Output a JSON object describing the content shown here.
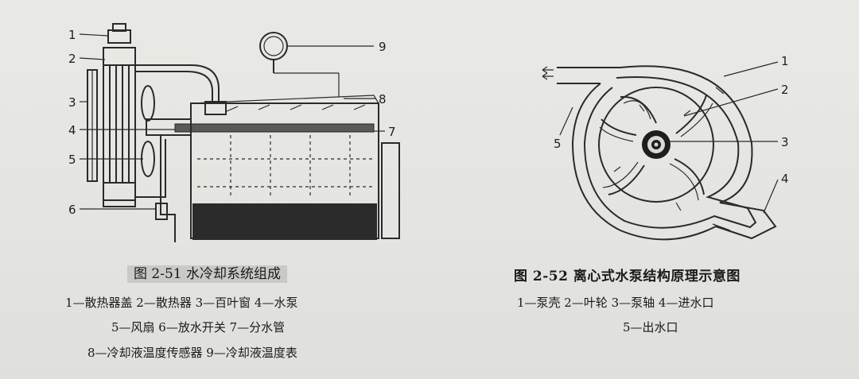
{
  "fig251": {
    "caption": "图 2-51   水冷却系统组成",
    "callouts": [
      "1",
      "2",
      "3",
      "4",
      "5",
      "6",
      "7",
      "8",
      "9"
    ],
    "legend_lines": [
      "1—散热器盖   2—散热器   3—百叶窗   4—水泵",
      "5—风扇   6—放水开关   7—分水管",
      "8—冷却液温度传感器   9—冷却液温度表"
    ]
  },
  "fig252": {
    "caption": "图 2-52   离心式水泵结构原理示意图",
    "callouts": [
      "1",
      "2",
      "3",
      "4",
      "5"
    ],
    "legend_lines": [
      "1—泵壳   2—叶轮   3—泵轴   4—进水口",
      "5—出水口"
    ]
  }
}
